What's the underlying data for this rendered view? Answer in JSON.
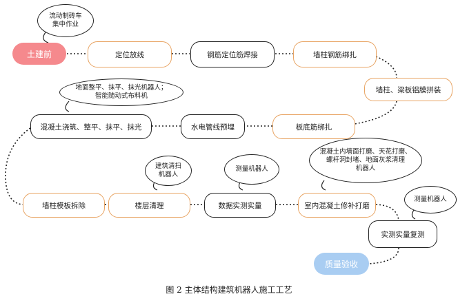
{
  "diagram": {
    "nodes": {
      "start": "土建前",
      "n1": "定位放线",
      "n2": "钢筋定位筋焊接",
      "n3": "墙柱钢筋绑扎",
      "n4": "墙柱、梁板铝膜拼装",
      "n5": "板底筋绑扎",
      "n6": "水电管线预埋",
      "n7": "混凝土浇筑、整平、抹平、抹光",
      "n8": "墙柱模板拆除",
      "n9": "楼层清理",
      "n10": "数据实测实量",
      "n11": "室内混凝土修补打磨",
      "n12": "实测实量复测",
      "end": "质量验收"
    },
    "bubbles": {
      "b1": [
        "流动制砖车",
        "集中作业"
      ],
      "b2": [
        "地面整平、抹平、抹光机器人；",
        "智能随动式布料机"
      ],
      "b3": [
        "建筑清扫",
        "机器人"
      ],
      "b4": [
        "测量机器人"
      ],
      "b5": [
        "混凝土内墙面打磨、天花打磨、",
        "螺杆洞封堵、地面灰浆清理",
        "机器人"
      ],
      "b6": [
        "测量机器人"
      ]
    },
    "colors": {
      "orange_border": "#e8a463",
      "dark_border": "#222222",
      "start_fill": "#f5898d",
      "end_fill": "#a9cdf2"
    }
  },
  "caption": "图 2  主体结构建筑机器人施工工艺"
}
